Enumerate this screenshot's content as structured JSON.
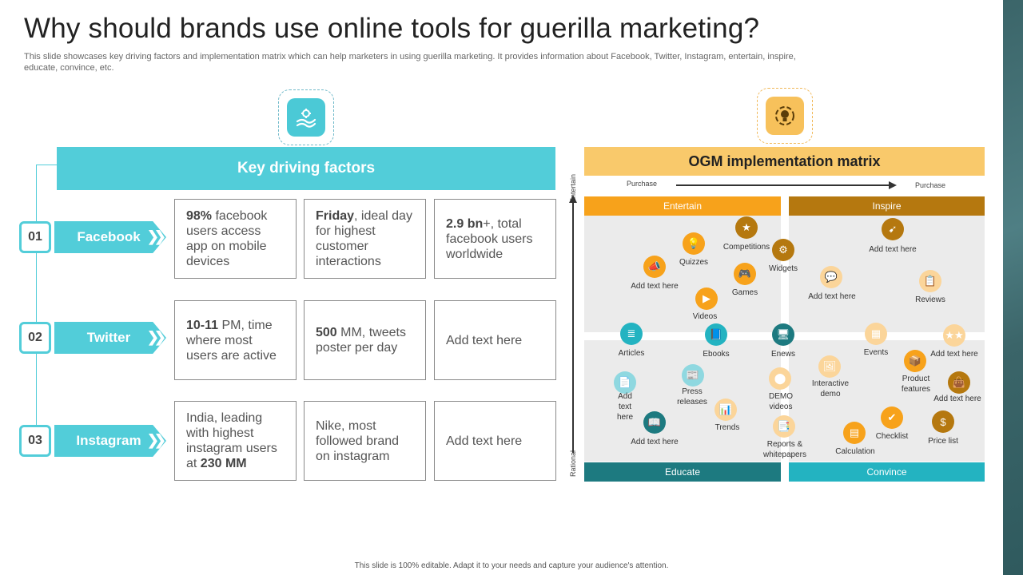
{
  "title": "Why should brands use online tools for guerilla marketing?",
  "subtitle": "This slide showcases key driving factors and implementation matrix which can help marketers in using guerilla marketing. It provides information about Facebook, Twitter, Instagram, entertain, inspire, educate, convince, etc.",
  "left": {
    "header": "Key driving factors",
    "icon": "hand-gear-icon",
    "rows": [
      {
        "num": "01",
        "label": "Facebook",
        "facts": [
          {
            "bold": "98%",
            "rest": " facebook users access app on mobile devices"
          },
          {
            "bold": "Friday",
            "rest": ", ideal day for highest customer interactions"
          },
          {
            "bold": "2.9 bn",
            "rest": "+, total facebook users worldwide"
          }
        ]
      },
      {
        "num": "02",
        "label": "Twitter",
        "facts": [
          {
            "bold": "10-11",
            "rest": " PM, time where most users are active"
          },
          {
            "bold": "500",
            "rest": " MM, tweets poster per day"
          },
          {
            "bold": "",
            "rest": "Add text here"
          }
        ]
      },
      {
        "num": "03",
        "label": "Instagram",
        "facts": [
          {
            "pre": "India, leading with highest instagram users at ",
            "bold": "230 MM",
            "rest": ""
          },
          {
            "bold": "",
            "rest": "Nike, most followed brand on instagram"
          },
          {
            "bold": "",
            "rest": "Add text here"
          }
        ]
      }
    ]
  },
  "right": {
    "header": "OGM implementation matrix",
    "icon": "lightbulb-gear-icon",
    "axis_y_top": "Entertain",
    "axis_y_bottom": "Rational",
    "purchase_left": "Purchase",
    "purchase_right": "Purchase",
    "quadrants": {
      "top_left": "Entertain",
      "top_right": "Inspire",
      "bottom_left": "Educate",
      "bottom_right": "Convince"
    },
    "nodes": {
      "competitions": "Competitions",
      "quizzes": "Quizzes",
      "add1": "Add text here",
      "widgets": "Widgets",
      "games": "Games",
      "videos": "Videos",
      "add2": "Add text here",
      "add3": "Add text here",
      "reviews": "Reviews",
      "articles": "Articles",
      "ebooks": "Ebooks",
      "enews": "Enews",
      "add4": "Add text here",
      "press": "Press releases",
      "add5": "Add text here",
      "trends": "Trends",
      "demo": "DEMO videos",
      "reports": "Reports & whitepapers",
      "events": "Events",
      "add6": "Add text here",
      "interactive": "Interactive demo",
      "product": "Product features",
      "add7": "Add text here",
      "checklist": "Checklist",
      "calculation": "Calculation",
      "price": "Price list"
    },
    "colors": {
      "orange": "#f7a21b",
      "brown": "#b5780f",
      "teal_dark": "#1d7a80",
      "teal": "#23b3c1",
      "teal_light": "#8fd8e0",
      "peach": "#fbd59a"
    }
  },
  "footer": "This slide is 100% editable. Adapt it to your needs and capture your audience's attention."
}
